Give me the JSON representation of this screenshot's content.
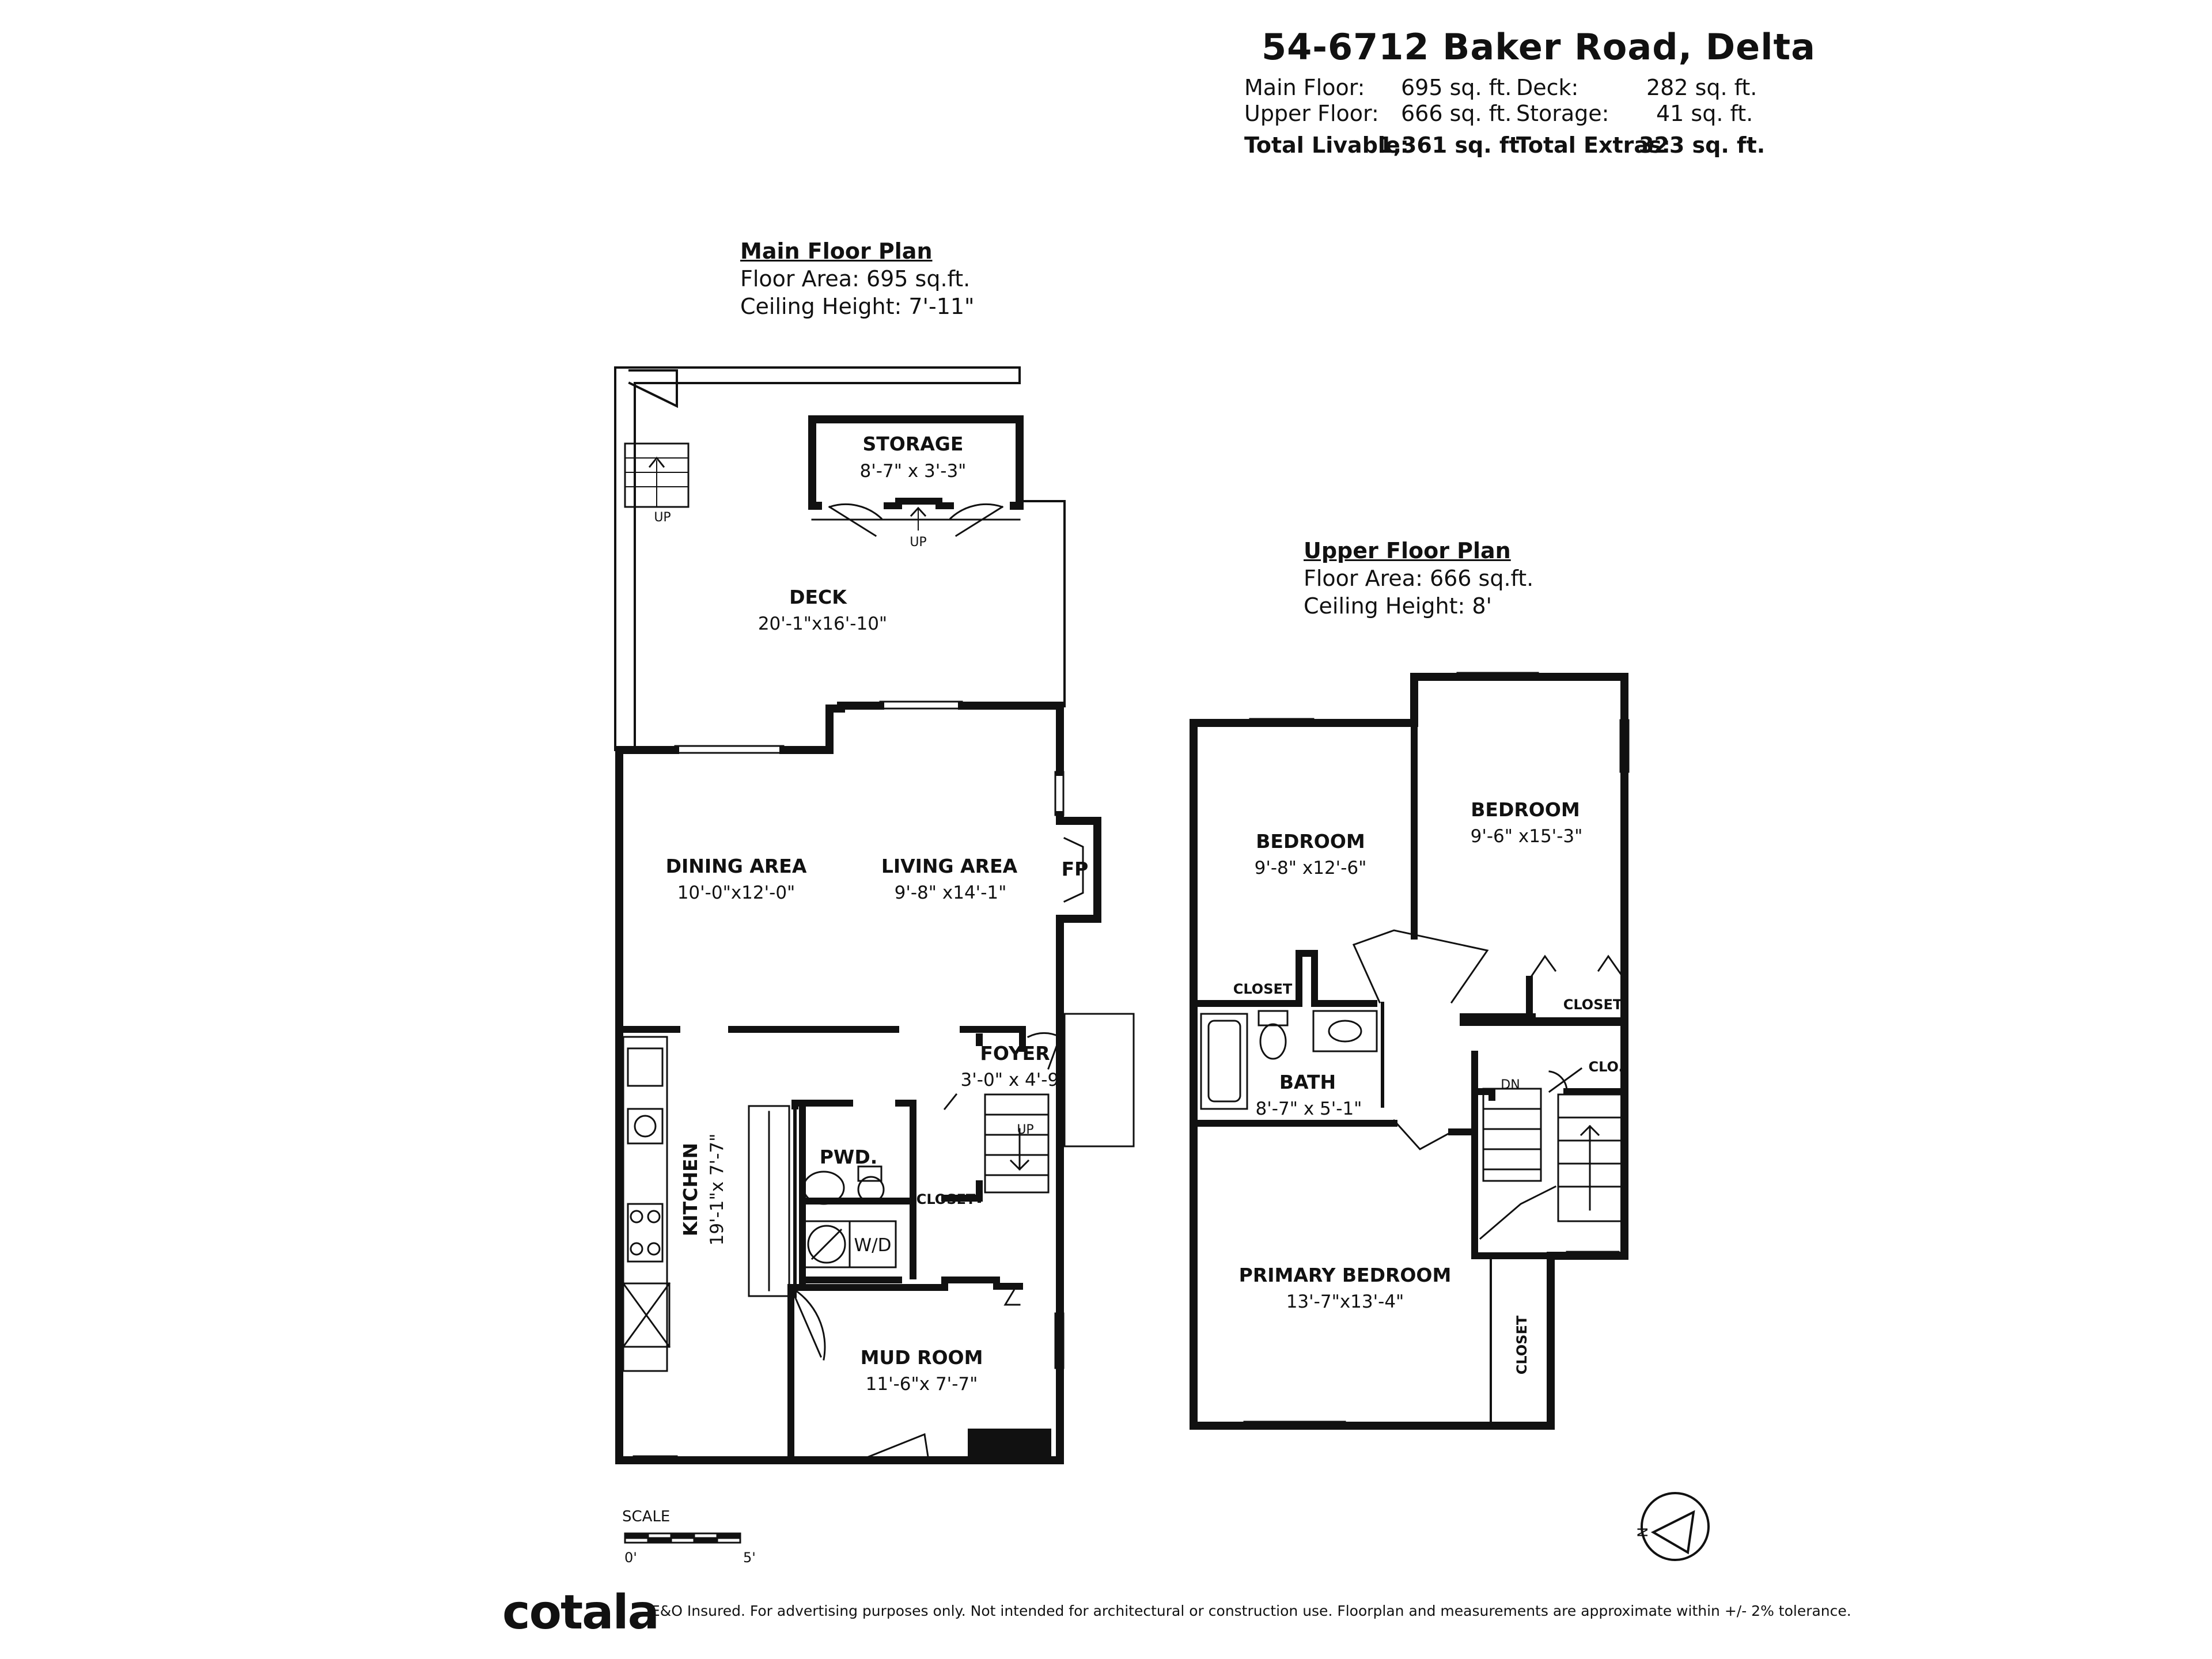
{
  "header": {
    "address": "54-6712 Baker Road, Delta",
    "main_floor_label": "Main Floor:",
    "main_floor_value": "695 sq. ft.",
    "upper_floor_label": "Upper Floor:",
    "upper_floor_value": "666 sq. ft.",
    "total_livable_label": "Total Livable:",
    "total_livable_value": "1,361 sq. ft.",
    "deck_label": "Deck:",
    "deck_value": "282 sq. ft.",
    "storage_label": "Storage:",
    "storage_value": "41 sq. ft.",
    "total_extras_label": "Total Extras:",
    "total_extras_value": "323 sq. ft."
  },
  "main_floor": {
    "title": "Main Floor Plan",
    "floor_area": "Floor Area: 695 sq.ft.",
    "ceiling": "Ceiling Height: 7'-11\"",
    "rooms": {
      "storage": {
        "name": "STORAGE",
        "dims": "8'-7\" x 3'-3\""
      },
      "deck": {
        "name": "DECK",
        "dims": "20'-1\"x16'-10\""
      },
      "dining": {
        "name": "DINING AREA",
        "dims": "10'-0\"x12'-0\""
      },
      "living": {
        "name": "LIVING AREA",
        "dims": "9'-8\" x14'-1\""
      },
      "fp": {
        "name": "FP"
      },
      "foyer": {
        "name": "FOYER",
        "dims": "3'-0\" x 4'-9\""
      },
      "kitchen": {
        "name": "KITCHEN",
        "dims": "19'-1\"x 7'-7\""
      },
      "pwd": {
        "name": "PWD."
      },
      "closet": {
        "name": "CLOSET"
      },
      "wd": {
        "name": "W/D"
      },
      "mud": {
        "name": "MUD ROOM",
        "dims": "11'-6\"x 7'-7\""
      }
    },
    "up_label": "UP"
  },
  "upper_floor": {
    "title": "Upper Floor Plan",
    "floor_area": "Floor Area: 666 sq.ft.",
    "ceiling": "Ceiling Height: 8'",
    "rooms": {
      "bed1": {
        "name": "BEDROOM",
        "dims": "9'-8\" x12'-6\""
      },
      "bed2": {
        "name": "BEDROOM",
        "dims": "9'-6\" x15'-3\""
      },
      "closet1": {
        "name": "CLOSET"
      },
      "closet2": {
        "name": "CLOSET"
      },
      "bath": {
        "name": "BATH",
        "dims": "8'-7\" x 5'-1\""
      },
      "clo": {
        "name": "CLO."
      },
      "primary": {
        "name": "PRIMARY BEDROOM",
        "dims": "13'-7\"x13'-4\""
      },
      "closet3": {
        "name": "CLOSET"
      }
    },
    "dn_label": "DN"
  },
  "scale": {
    "label": "SCALE",
    "start": "0'",
    "end": "5'"
  },
  "compass": {
    "letter": "N"
  },
  "footer": {
    "logo": "cotala",
    "disclaimer": "E&O Insured. For advertising purposes only. Not intended for architectural or construction use. Floorplan and measurements are approximate within +/- 2% tolerance."
  }
}
